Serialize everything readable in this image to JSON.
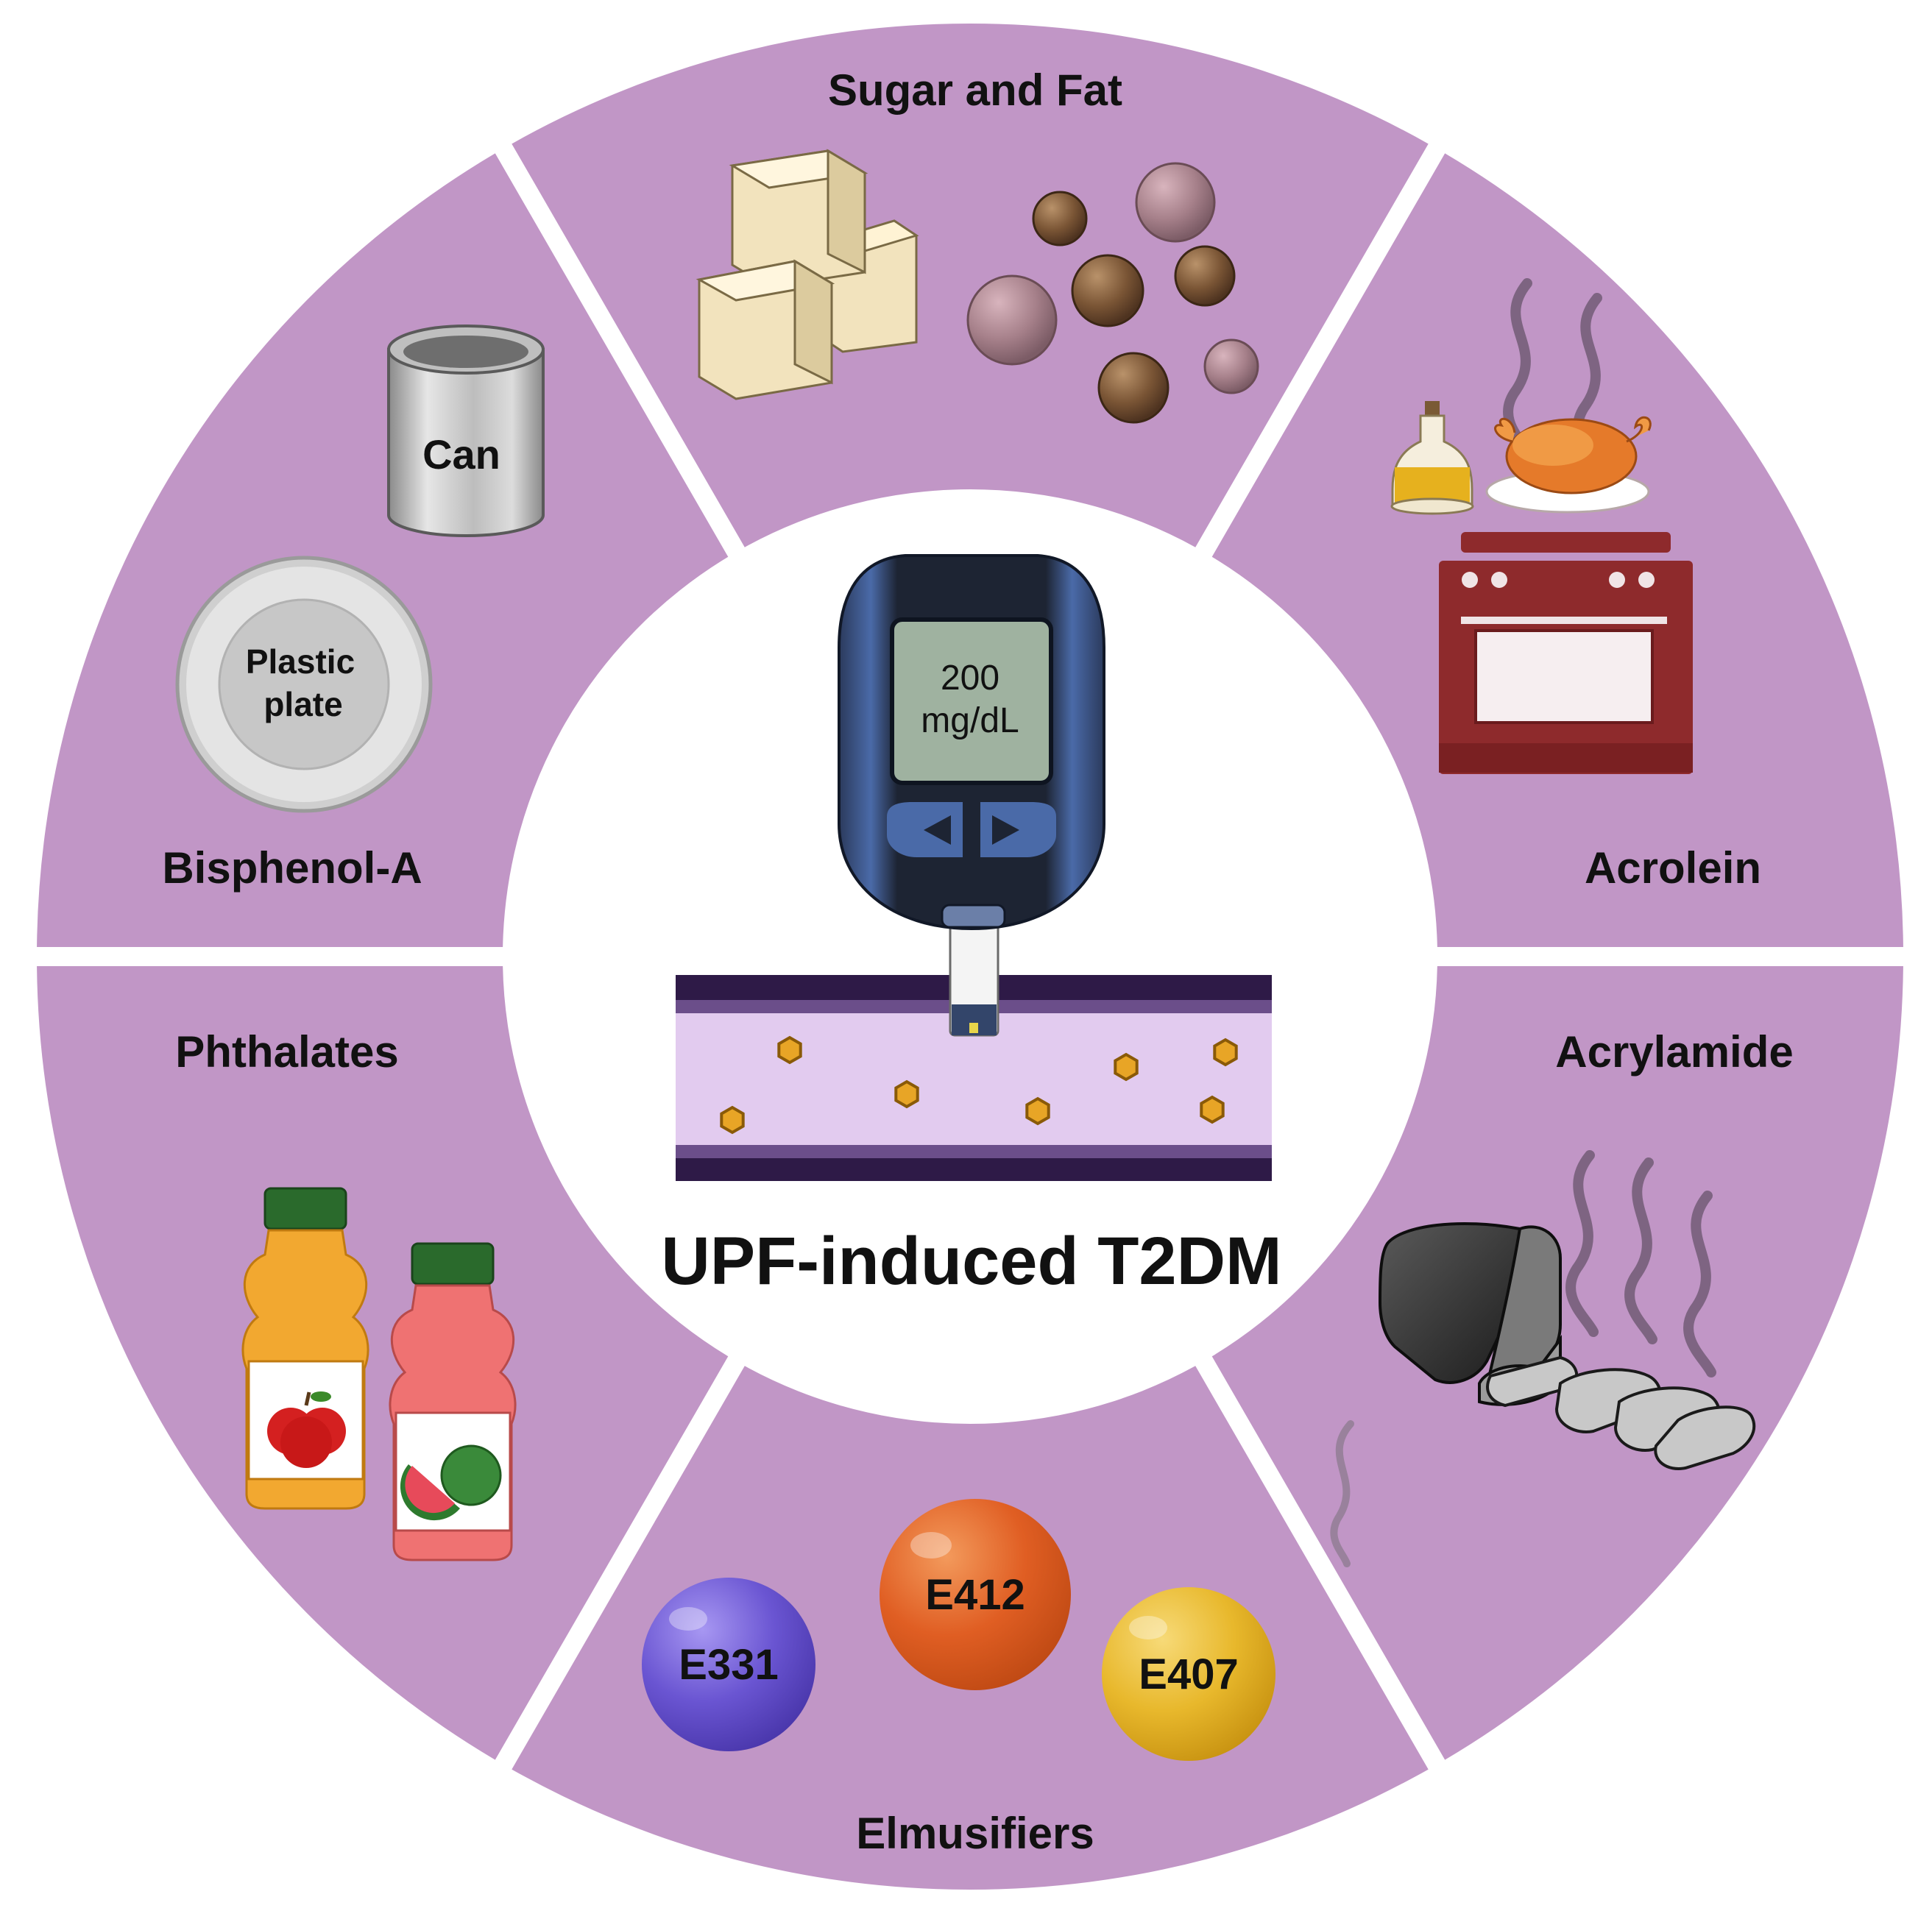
{
  "title": "UPF-induced T2DM",
  "meter": {
    "reading": "200",
    "unit": "mg/dL"
  },
  "segments": {
    "sugar_fat": {
      "label": "Sugar and Fat"
    },
    "acrolein": {
      "label": "Acrolein"
    },
    "acrylamide": {
      "label": "Acrylamide"
    },
    "emulsifiers": {
      "label": "Elmusifiers",
      "items": [
        "E412",
        "E331",
        "E407"
      ]
    },
    "phthalates": {
      "label": "Phthalates"
    },
    "bisphenol": {
      "label": "Bisphenol-A",
      "can_label": "Can",
      "plate_line1": "Plastic",
      "plate_line2": "plate"
    }
  },
  "colors": {
    "segment": "#c196c6",
    "center": "#ffffff",
    "oven": "#8e2a2c",
    "vessel_wall": "#2e1a47",
    "vessel_lumen": "#e2cbef",
    "glucose": "#e8a526",
    "e412": "#e05e23",
    "e331": "#6a55d2",
    "e407": "#e8b82c"
  },
  "icons": [
    "sugar-cube-icon",
    "fat-droplet-icon",
    "steam-icon",
    "oil-bottle-icon",
    "roast-chicken-icon",
    "oven-icon",
    "bread-loaf-icon",
    "juice-bottle-icon",
    "apple-icon",
    "watermelon-icon",
    "can-icon",
    "plastic-plate-icon",
    "glucose-meter-icon",
    "blood-vessel-icon",
    "glucose-molecule-icon"
  ]
}
